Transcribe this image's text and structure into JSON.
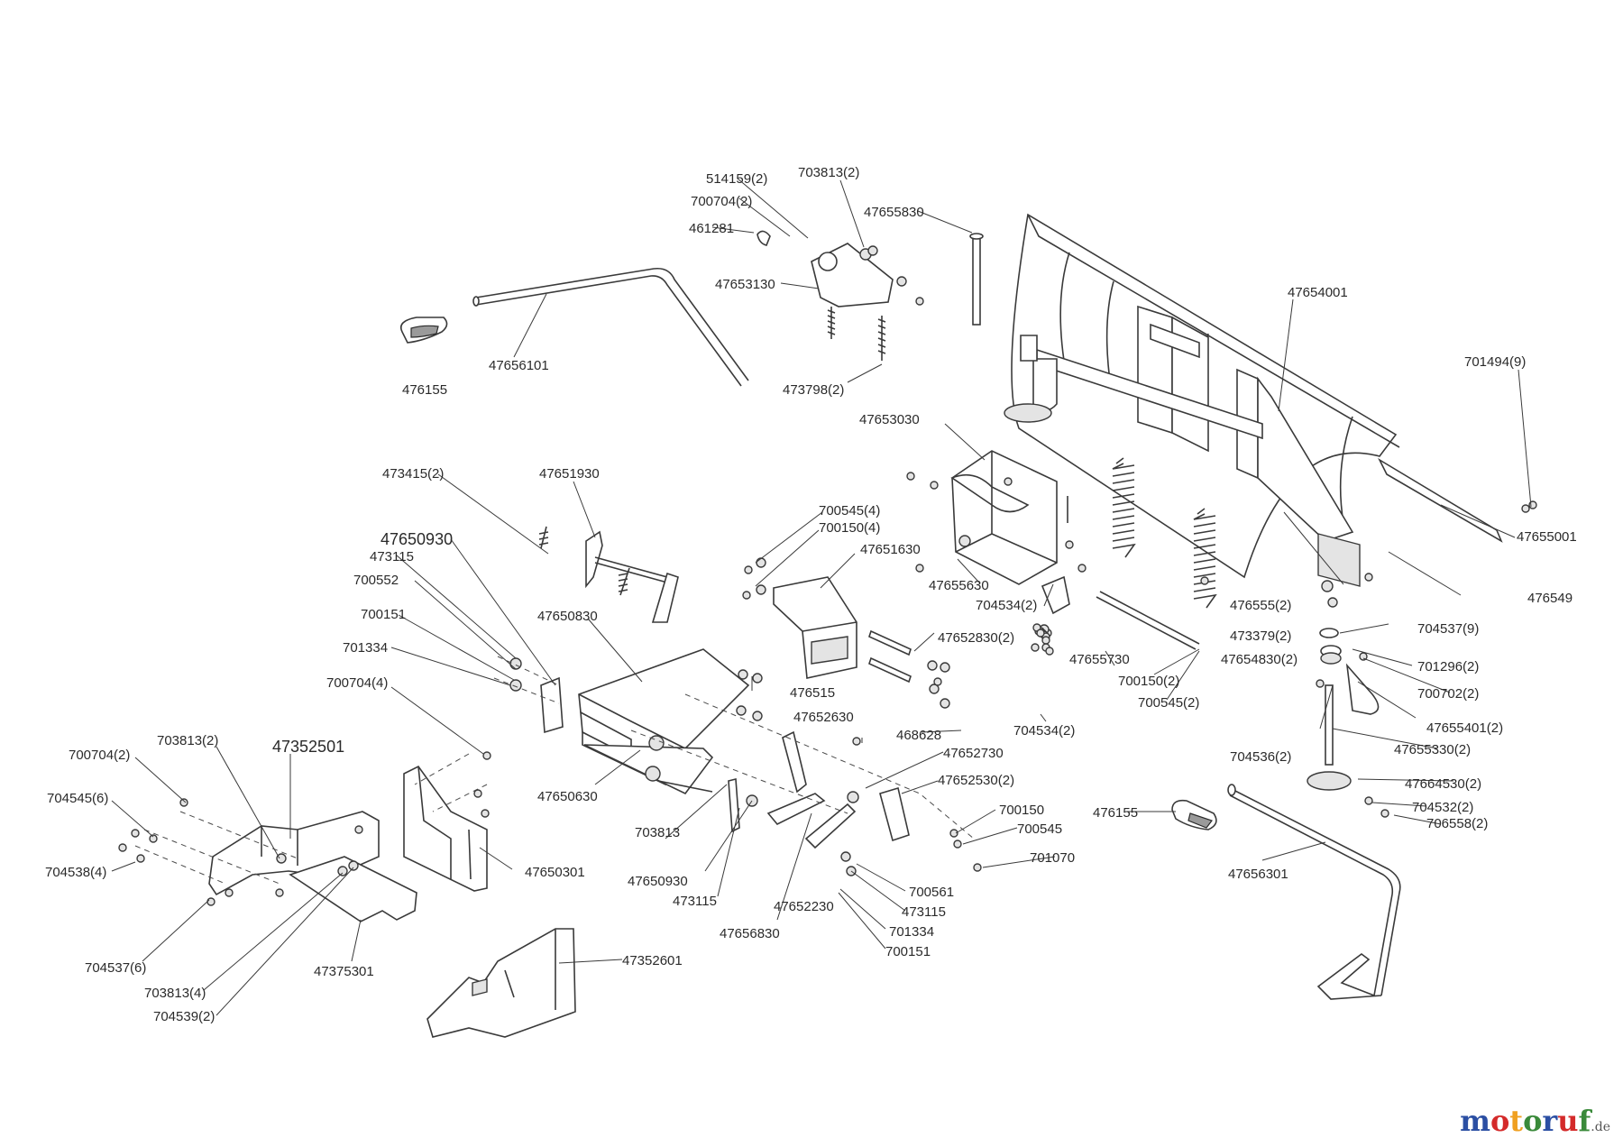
{
  "labels": {
    "514159": "514159(2)",
    "703813a": "703813(2)",
    "700704a": "700704(2)",
    "461281": "461281",
    "47655830": "47655830",
    "47653130": "47653130",
    "476155a": "476155",
    "47656101": "47656101",
    "473798": "473798(2)",
    "47654001": "47654001",
    "701494": "701494(9)",
    "47653030": "47653030",
    "473415": "473415(2)",
    "47651930": "47651930",
    "47650930a": "47650930",
    "473115a": "473115",
    "700552": "700552",
    "700151a": "700151",
    "701334a": "701334",
    "700704b": "700704(4)",
    "700545a": "700545(4)",
    "700150a": "700150(4)",
    "47651630": "47651630",
    "47650830": "47650830",
    "47655630": "47655630",
    "704534a": "704534(2)",
    "47655001": "47655001",
    "476555": "476555(2)",
    "476549": "476549",
    "704537a": "704537(9)",
    "473379": "473379(2)",
    "701296": "701296(2)",
    "47652830": "47652830(2)",
    "476515": "476515",
    "47655730": "47655730",
    "47654830": "47654830(2)",
    "700702": "700702(2)",
    "700150b": "700150(2)",
    "700545b": "700545(2)",
    "47655401": "47655401(2)",
    "47652630": "47652630",
    "468628": "468628",
    "704534b": "704534(2)",
    "704536": "704536(2)",
    "47655330": "47655330(2)",
    "700704c": "700704(2)",
    "703813b": "703813(2)",
    "47352501": "47352501",
    "47652730": "47652730",
    "47650630": "47650630",
    "47652530": "47652530(2)",
    "47664530": "47664530(2)",
    "704545": "704545(6)",
    "704532": "704532(2)",
    "706558": "706558(2)",
    "700150c": "700150",
    "476155b": "476155",
    "703813c": "703813",
    "700545c": "700545",
    "704538": "704538(4)",
    "701070": "701070",
    "47650301": "47650301",
    "47656301": "47656301",
    "47650930b": "47650930",
    "700561": "700561",
    "473115b": "473115",
    "473115c": "473115",
    "47652230": "47652230",
    "704537b": "704537(6)",
    "701334b": "701334",
    "47656830": "47656830",
    "700151b": "700151",
    "47375301": "47375301",
    "703813d": "703813(4)",
    "47352601": "47352601",
    "704539": "704539(2)"
  },
  "watermark": {
    "letters": [
      "m",
      "o",
      "t",
      "o",
      "r",
      "u",
      "f"
    ],
    "domain": ".de",
    "colors": [
      "#2b4fa3",
      "#d42a2a",
      "#f0a020",
      "#3a8a3a",
      "#2b4fa3",
      "#d42a2a",
      "#3a8a3a"
    ]
  }
}
